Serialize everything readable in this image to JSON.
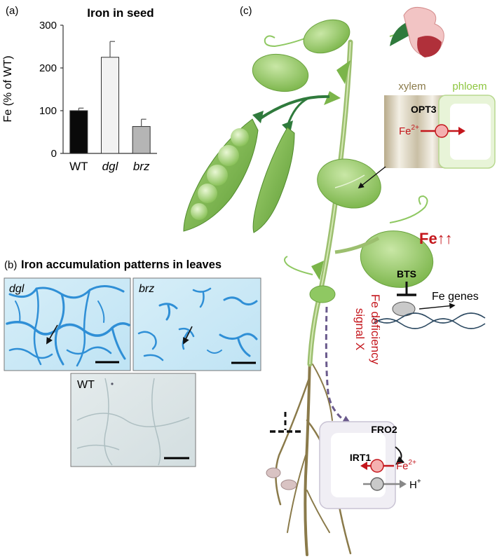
{
  "panel_a": {
    "label": "(a)",
    "chart_data": {
      "type": "bar",
      "title": "Iron in seed",
      "ylabel": "Fe (% of WT)",
      "xlabel": "",
      "categories": [
        "WT",
        "dgl",
        "brz"
      ],
      "values": [
        100,
        225,
        63
      ],
      "errors": [
        6,
        37,
        17
      ],
      "ylim": [
        0,
        300
      ],
      "yticks": [
        "0",
        "100",
        "200",
        "300"
      ],
      "colors": [
        "#0a0a0a",
        "#f2f2f2",
        "#b5b5b5"
      ],
      "grid": false
    }
  },
  "panel_b": {
    "label": "(b)",
    "title": "Iron accumulation patterns in leaves",
    "images": [
      {
        "label": "dgl"
      },
      {
        "label": "brz"
      },
      {
        "label": "WT"
      }
    ],
    "stain_color": "#2f8fd6"
  },
  "panel_c": {
    "label": "(c)",
    "xylem_label": "xylem",
    "phloem_label": "phloem",
    "opt3_label": "OPT3",
    "fe_ion_label": "Fe",
    "fe_charge": "2+",
    "fe_high_label": "Fe↑↑",
    "bts_label": "BTS",
    "fe_genes_label": "Fe genes",
    "signal_line1": "Fe deficiency",
    "signal_line2": "signal X",
    "fro2_label": "FRO2",
    "irt1_label": "IRT1",
    "root_fe_label": "Fe",
    "root_fe_charge": "2+",
    "proton_label": "H",
    "proton_charge": "+",
    "colors": {
      "leaf": "#8fc862",
      "stem": "#a8c97c",
      "root": "#8a7a4a",
      "fe_red": "#c4161c",
      "signal_purple": "#6a5a8c",
      "phloem_green": "#8dc63f"
    }
  }
}
